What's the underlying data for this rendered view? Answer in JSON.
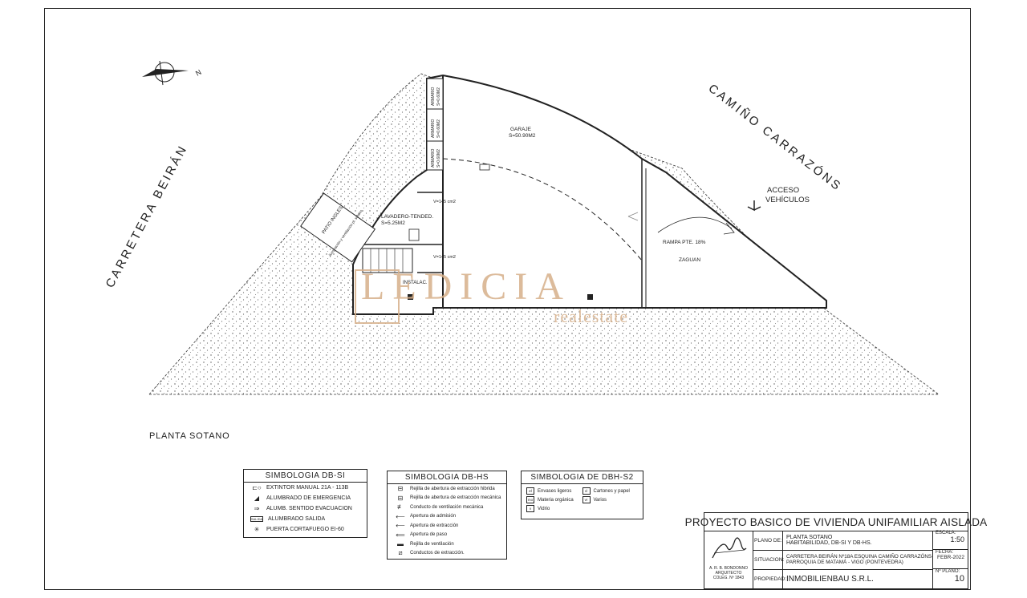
{
  "plan": {
    "road_west": "CARRETERA BEIRÁN",
    "road_east": "CAMIÑO CARRAZÓNS",
    "access": "ACCESO\nVEHÍCULOS",
    "rooms": {
      "garaje": "GARAJE",
      "garaje_area": "S=50.90M2",
      "lavadero": "LAVADERO-TENDED.",
      "lavadero_area": "S=5.25M2",
      "instalac": "INSTALAC.",
      "zaguan": "ZAGUAN",
      "rampa": "RAMPA PTE. 18%",
      "patio": "PATIO INGLES",
      "patio_sub": "iluminación y ventilación pl. sótano",
      "armario1": "ARMARIO",
      "armario1_area": "S=0.60M2",
      "armario2": "ARMARIO",
      "armario2_area": "S=0.60M2",
      "armario3": "ARMARIO",
      "armario3_area": "S=0.60M2",
      "vent1": "V=145 cm2",
      "vent2": "V=145 cm2"
    },
    "planta_label": "PLANTA SOTANO",
    "north": "N"
  },
  "watermark": {
    "brand": "LEDICIA",
    "sub": "realestate"
  },
  "legend_si": {
    "title": "SIMBOLOGIA DB-SI",
    "items": [
      {
        "sym": "⊏○",
        "label": "EXTINTOR MANUAL 21A - 113B"
      },
      {
        "sym": "◢",
        "label": "ALUMBRADO DE EMERGENCIA"
      },
      {
        "sym": "⇒",
        "label": "ALUMB. SENTIDO EVACUACION"
      },
      {
        "sym": "SALIDA",
        "label": "ALUMBRADO SALIDA"
      },
      {
        "sym": "✳",
        "label": "PUERTA CORTAFUEGO EI-60"
      }
    ]
  },
  "legend_hs": {
    "title": "SIMBOLOGIA DB-HS",
    "items": [
      {
        "sym": "⊟",
        "label": "Rejilla de abertura de extracción hibrida"
      },
      {
        "sym": "⊟",
        "label": "Rejilla de abertura de extracción mecánica"
      },
      {
        "sym": "≢",
        "label": "Conducto de ventilación mecánica"
      },
      {
        "sym": "⟵",
        "label": "Apertura de admisión"
      },
      {
        "sym": "⟵",
        "label": "Apertura de extracción"
      },
      {
        "sym": "⟸",
        "label": "Apertura de paso"
      },
      {
        "sym": "▬",
        "label": "Rejilla de ventilación"
      },
      {
        "sym": "⧄",
        "label": "Conductos de extracción."
      }
    ]
  },
  "legend_dbh": {
    "title": "SIMBOLOGIA DE DBH-S2",
    "items": [
      {
        "code": "el",
        "label": "Envases ligeros"
      },
      {
        "code": "cl",
        "label": "Cartones y papel"
      },
      {
        "code": "mo",
        "label": "Materia orgánica"
      },
      {
        "code": "vr",
        "label": "Varios"
      },
      {
        "code": "v",
        "label": "Vidrio"
      }
    ]
  },
  "titleblock": {
    "title": "PROYECTO BASICO DE VIVIENDA UNIFAMILIAR AISLADA",
    "plano_label": "PLANO DE:",
    "plano_l1": "PLANTA SOTANO",
    "plano_l2": "HABITABILIDAD, DB-SI Y DB-HS.",
    "situacion_label": "SITUACION:",
    "situacion_l1": "CARRETERA BEIRÁN Nº18A ESQUINA CAMIÑO CARRAZÓNS-",
    "situacion_l2": "PARROQUIA DE MATAMÁ - VIGO (PONTEVEDRA)",
    "propiedad_label": "PROPIEDAD:",
    "propiedad": "INMOBILIENBAU S.R.L.",
    "escala_label": "ESCALA:",
    "escala": "1:50",
    "fecha_label": "FECHA:",
    "fecha": "FEBR-2022",
    "plano_num_label": "Nº PLANO:",
    "plano_num": "10",
    "architect_l1": "A. R. B. BONDONNO",
    "architect_l2": "ARQUITECTO",
    "architect_l3": "COLEG. Nº 1843"
  }
}
